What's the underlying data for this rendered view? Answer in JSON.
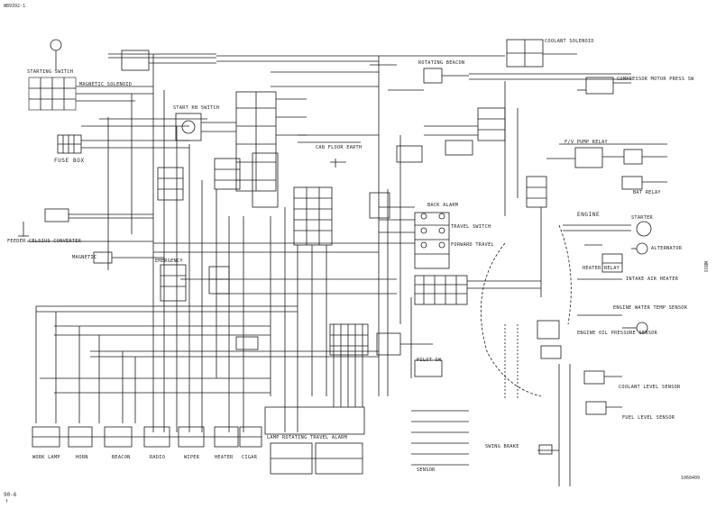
{
  "sheet": {
    "doc_code": "WB9392-1",
    "page_number": "90-6",
    "page_suffix": "†",
    "side_code": "WB93",
    "corner_code": "1060409"
  },
  "labels": {
    "starting_switch": "STARTING SWITCH",
    "magnetic_solenoid": "MAGNETIC SOLENOID",
    "fuse_box": "FUSE BOX",
    "feeder_solenoid_converter": "FEEDER CELSIUS CONVERTER",
    "magnetic": "MAGNETIC",
    "emergency": "EMERGENCY",
    "start_kb_switch": "START KB SWITCH",
    "cab_floor_earth": "CAB FLOOR EARTH",
    "rotating_beacon": "ROTATING BEACON",
    "coolant_solenoid": "COOLANT SOLENOID",
    "compressor_motor_switch": "COMPRESSOR MOTOR PRESS SW",
    "fuel_pump_relay": "F/V PUMP RELAY",
    "bat_relay": "BAT RELAY",
    "back_alarm": "BACK ALARM",
    "travel_switch": "TRAVEL SWITCH",
    "swing_forward": "FORWARD TRAVEL",
    "engine": "ENGINE",
    "starter": "STARTER",
    "alternator": "ALTERNATOR",
    "heater_relay": "HEATER RELAY",
    "intake_air_heater": "INTAKE AIR HEATER",
    "engine_water_temp_sensor": "ENGINE WATER TEMP SENSOR",
    "engine_oil_pressure_sensor": "ENGINE OIL PRESSURE SENSOR",
    "coolant_level_sensor": "COOLANT LEVEL SENSOR",
    "fuel_level_sensor": "FUEL LEVEL SENSOR",
    "work_lamp": "WORK LAMP",
    "horn": "HORN",
    "beacon": "BEACON",
    "radio": "RADIO",
    "wiper": "WIPER",
    "heater": "HEATER",
    "cigar": "CIGAR",
    "lamp_rotating_travel_alarm": "LAMP ROTATING TRAVEL ALARM",
    "swing_brake": "SWING BRAKE",
    "pilot_switch": "PILOT SW",
    "sensor": "SENSOR"
  }
}
